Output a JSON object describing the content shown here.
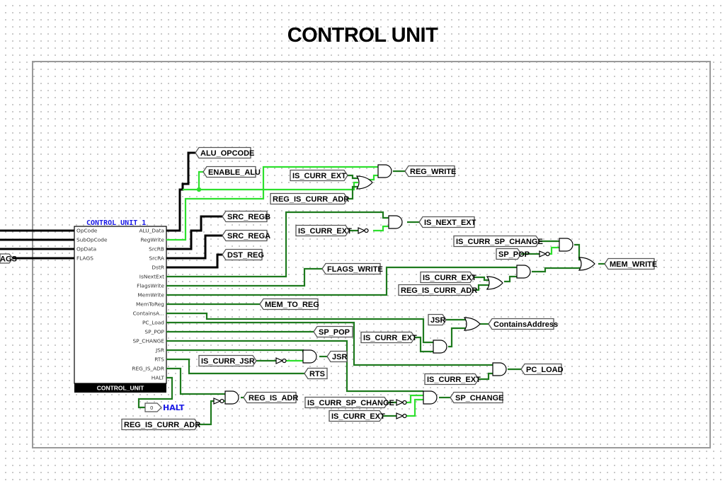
{
  "title": "CONTROL UNIT",
  "component": {
    "label": "CONTROL_UNIT_1",
    "footer": "CONTROL_UNIT",
    "inputs": [
      "OpCode",
      "SubOpCode",
      "OpData",
      "FLAGS"
    ],
    "outputs": [
      "ALU_Data",
      "RegWrite",
      "SrcRB",
      "SrcRA",
      "DstR",
      "IsNextExt",
      "FlagsWrite",
      "MemWrite",
      "MemToReg",
      "ContainsA...",
      "PC_Load",
      "SP_POP",
      "SP_CHANGE",
      "JSR",
      "RTS",
      "REG_IS_ADR",
      "HALT"
    ]
  },
  "left_tunnel": "AGS",
  "tunnels": {
    "alu_opcode": "ALU_OPCODE",
    "enable_alu": "ENABLE_ALU",
    "src_regb": "SRC_REGB",
    "src_rega": "SRC_REGA",
    "dst_reg": "DST_REG",
    "is_curr_ext_1": "IS_CURR_EXT",
    "reg_is_curr_adr_1": "REG_IS_CURR_ADR",
    "reg_write": "REG_WRITE",
    "is_curr_ext_2": "IS_CURR_EXT",
    "is_next_ext": "IS_NEXT_EXT",
    "is_curr_sp_change_1": "IS_CURR_SP_CHANGE",
    "sp_pop_in": "SP_POP",
    "mem_write": "MEM_WRITE",
    "flags_write": "FLAGS_WRITE",
    "is_curr_ext_3": "IS_CURR_EXT",
    "reg_is_curr_adr_2": "REG_IS_CURR_ADR",
    "mem_to_reg": "MEM_TO_REG",
    "jsr_in": "JSR",
    "contains_address": "ContainsAddress",
    "is_curr_ext_4": "IS_CURR_EXT",
    "sp_pop_out": "SP_POP",
    "is_curr_jsr": "IS_CURR_JSR",
    "jsr_out": "JSR",
    "rts": "RTS",
    "is_curr_ext_5": "IS_CURR_EXT",
    "pc_load": "PC_LOAD",
    "reg_is_adr": "REG_IS_ADR",
    "is_curr_sp_change_2": "IS_CURR_SP_CHANGE",
    "sp_change": "SP_CHANGE",
    "is_curr_ext_6": "IS_CURR_EXT",
    "reg_is_curr_adr_3": "REG_IS_CURR_ADR"
  },
  "halt": {
    "value": "0",
    "label": "HALT"
  },
  "colors": {
    "wire_bus": "#000000",
    "wire_low": "#1e7a1e",
    "wire_high": "#2ee02e",
    "label_blue": "#1a1ae6"
  }
}
